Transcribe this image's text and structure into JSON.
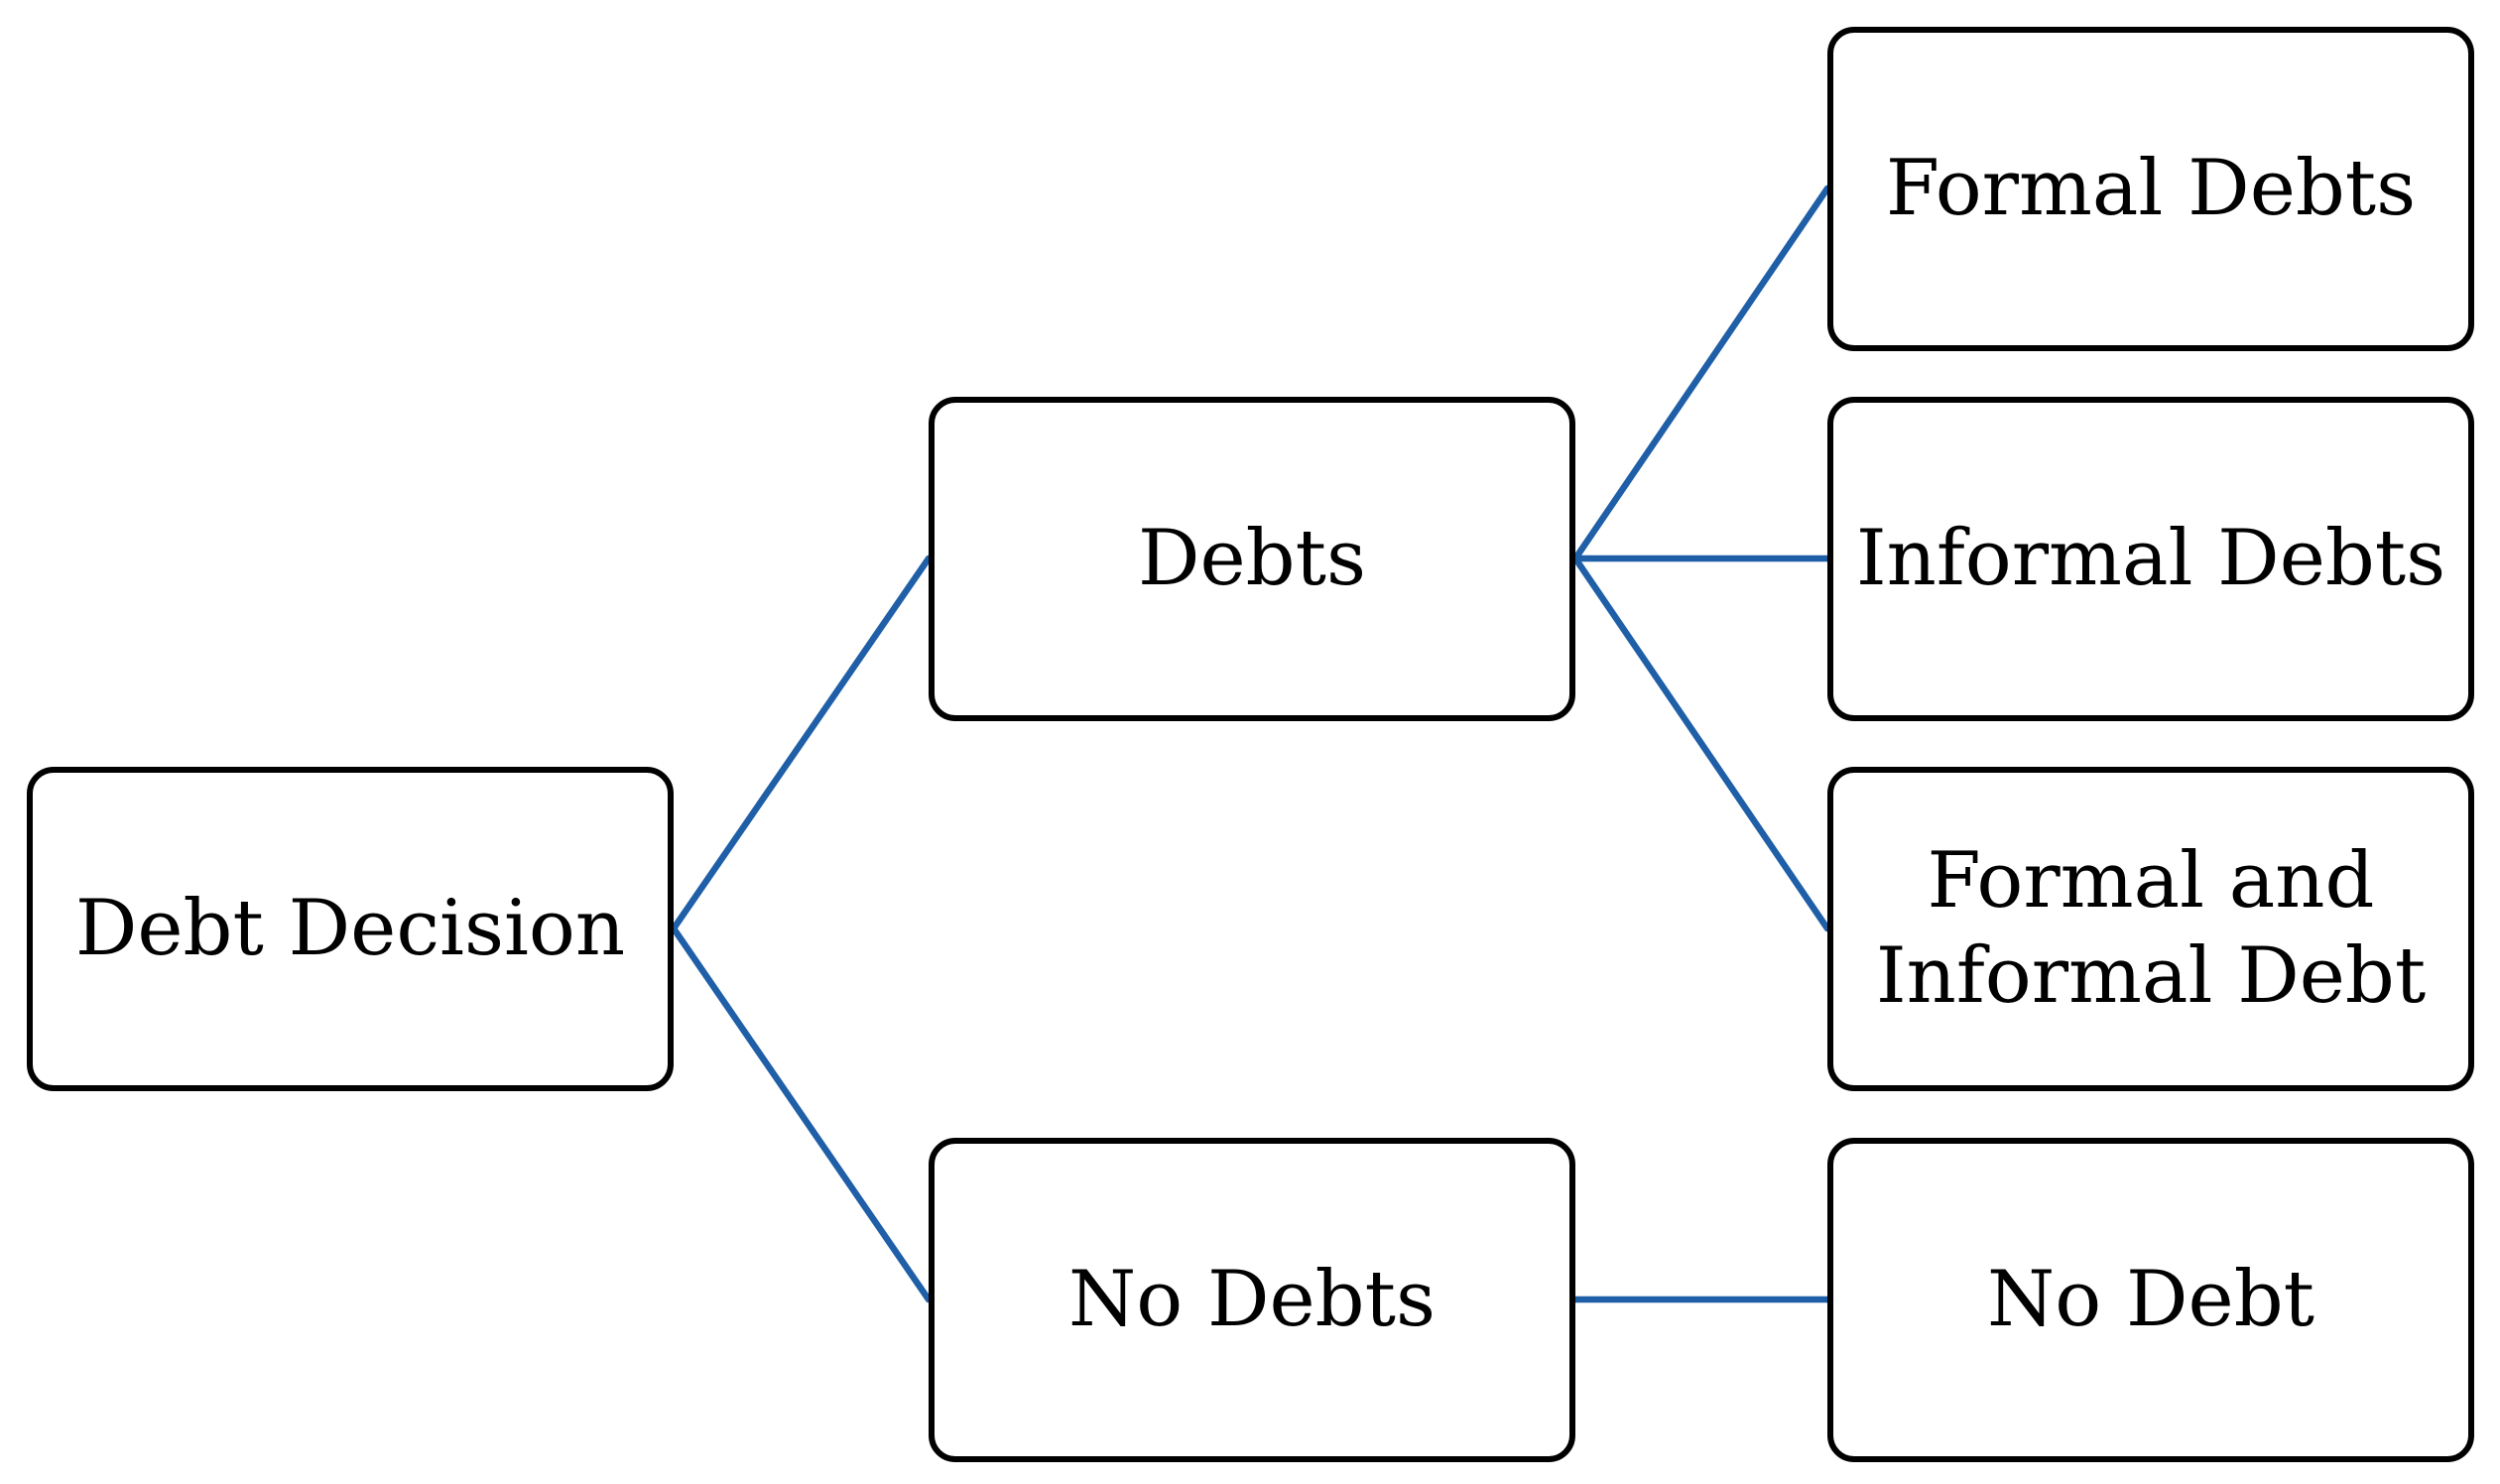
{
  "diagram": {
    "line_color": "#1f5fa8",
    "box_border_color": "#000000",
    "nodes": {
      "root": "Debt Decision",
      "debts": "Debts",
      "no_debts": "No Debts",
      "formal_debts": "Formal Debts",
      "informal_debts": "Informal Debts",
      "formal_and_informal": "Formal and\nInformal Debt",
      "no_debt": "No Debt"
    },
    "edges": [
      [
        "root",
        "debts"
      ],
      [
        "root",
        "no_debts"
      ],
      [
        "debts",
        "formal_debts"
      ],
      [
        "debts",
        "informal_debts"
      ],
      [
        "debts",
        "formal_and_informal"
      ],
      [
        "no_debts",
        "no_debt"
      ]
    ]
  }
}
